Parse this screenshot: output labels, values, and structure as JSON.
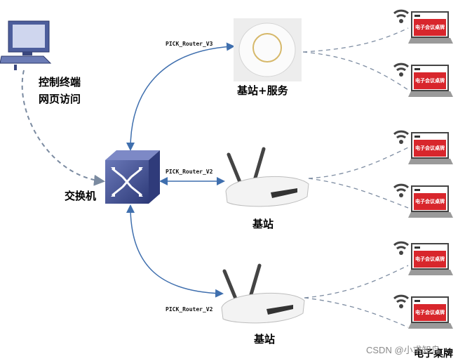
{
  "nodes": {
    "control_terminal_line1": "控制终端",
    "control_terminal_line2": "网页访问",
    "switch": "交换机",
    "base_station_server": "基站+服务",
    "base_station_mid": "基站",
    "base_station_bottom": "基站"
  },
  "links": {
    "top": "PICK_Router_V3",
    "mid": "PICK_Router_V2",
    "bottom": "PICK_Router_V2"
  },
  "devices": {
    "label": "电子会议桌牌",
    "caption": "电子桌牌"
  },
  "watermark": "CSDN @小求知鸟"
}
